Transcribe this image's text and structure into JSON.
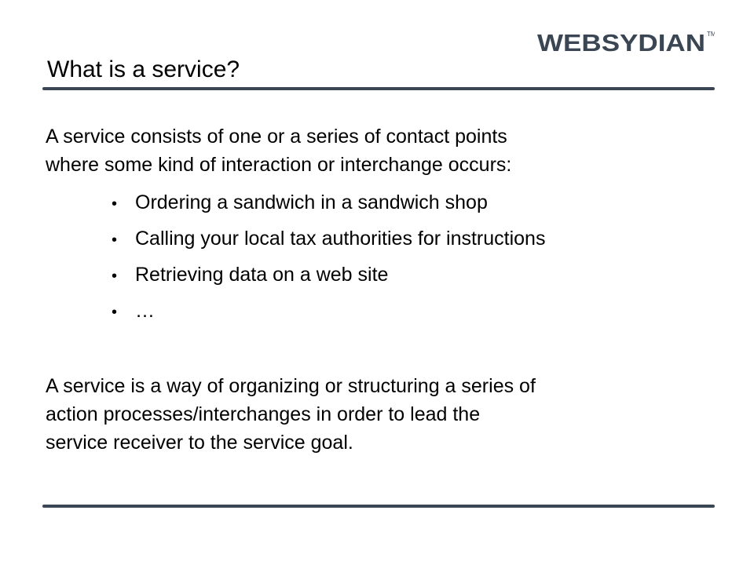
{
  "brand": {
    "name": "WEBSYDIAN",
    "trademark": "TM",
    "color": "#3a4654"
  },
  "slide": {
    "title": "What is a service?",
    "paragraphs": [
      {
        "lines": [
          "A service consists of one or a series of contact points",
          "where some kind of interaction or interchange occurs:"
        ]
      },
      {
        "lines": [
          "A service is a way of organizing or structuring a series of",
          "action processes/interchanges in order to lead the",
          "service receiver to the service goal."
        ]
      }
    ],
    "bullet_symbol": "•",
    "bullets": [
      "Ordering a sandwich in a sandwich shop",
      "Calling your local tax authorities for instructions",
      "Retrieving data on a web site",
      "…"
    ]
  }
}
